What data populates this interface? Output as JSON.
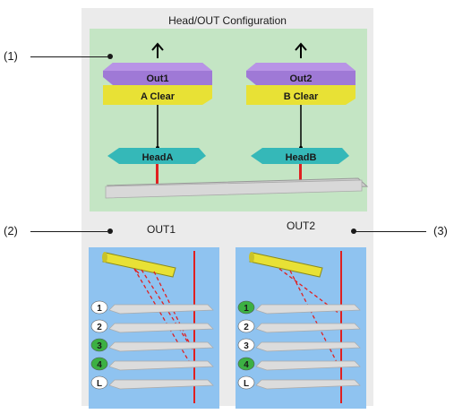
{
  "window": {
    "title": "Head/OUT Configuration"
  },
  "callouts": {
    "one": "(1)",
    "two": "(2)",
    "three": "(3)"
  },
  "outputs": [
    {
      "name": "Out1",
      "mode": "A Clear",
      "head": "HeadA",
      "panel_label": "OUT1"
    },
    {
      "name": "Out2",
      "mode": "B Clear",
      "head": "HeadB",
      "panel_label": "OUT2"
    }
  ],
  "levels": {
    "labels": [
      "1",
      "2",
      "3",
      "4",
      "L"
    ],
    "out1_active": [
      false,
      false,
      true,
      true,
      false
    ],
    "out2_active": [
      true,
      false,
      false,
      true,
      false
    ]
  },
  "colors": {
    "out_box": "#9f79d6",
    "clear_box": "#e8e135",
    "head": "#35b8b8",
    "beam": "#e02020",
    "active_level": "#3cb043",
    "green_area": "#c4e5c4",
    "blue_area": "#8fc3f0"
  },
  "icons": [
    "arrow-up-icon",
    "head-sensor-icon",
    "conveyor-plate-icon",
    "laser-beam-icon",
    "tilted-cylinder-icon"
  ]
}
